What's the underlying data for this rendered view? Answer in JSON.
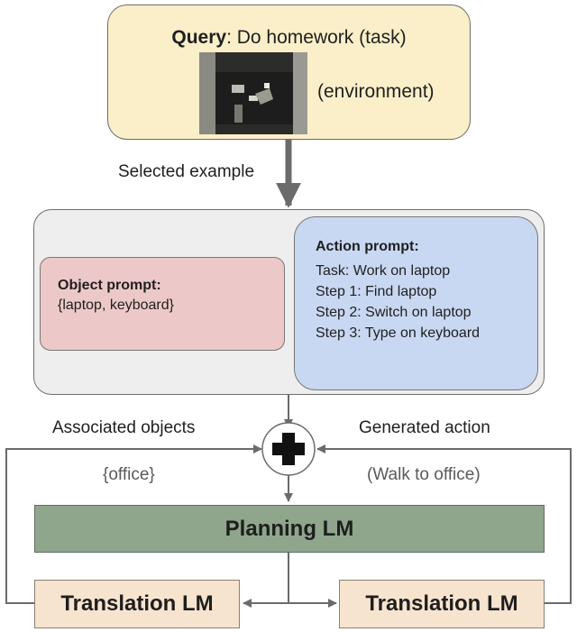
{
  "query": {
    "bold_label": "Query",
    "text": ": Do homework (task)",
    "environment_label": "(environment)"
  },
  "edges": {
    "selected_example": "Selected example",
    "associated_objects": "Associated objects",
    "generated_action": "Generated action",
    "office": "{office}",
    "walk_to_office": "(Walk to office)"
  },
  "object_prompt": {
    "title": "Object prompt:",
    "body": "{laptop, keyboard}"
  },
  "action_prompt": {
    "title": "Action prompt:",
    "steps": [
      "Task: Work on laptop",
      "Step 1: Find laptop",
      "Step 2: Switch on laptop",
      "Step 3: Type on keyboard"
    ]
  },
  "blocks": {
    "planning_lm": "Planning LM",
    "translation_lm_left": "Translation LM",
    "translation_lm_right": "Translation LM"
  },
  "colors": {
    "query_bg": "#fbefc9",
    "object_bg": "#ecc9c8",
    "action_bg": "#c9d8f2",
    "planning_bg": "#8fa68c",
    "translation_bg": "#f7e4cf",
    "prompt_container_bg": "#eeeeee",
    "arrow": "#6b6b6b"
  }
}
